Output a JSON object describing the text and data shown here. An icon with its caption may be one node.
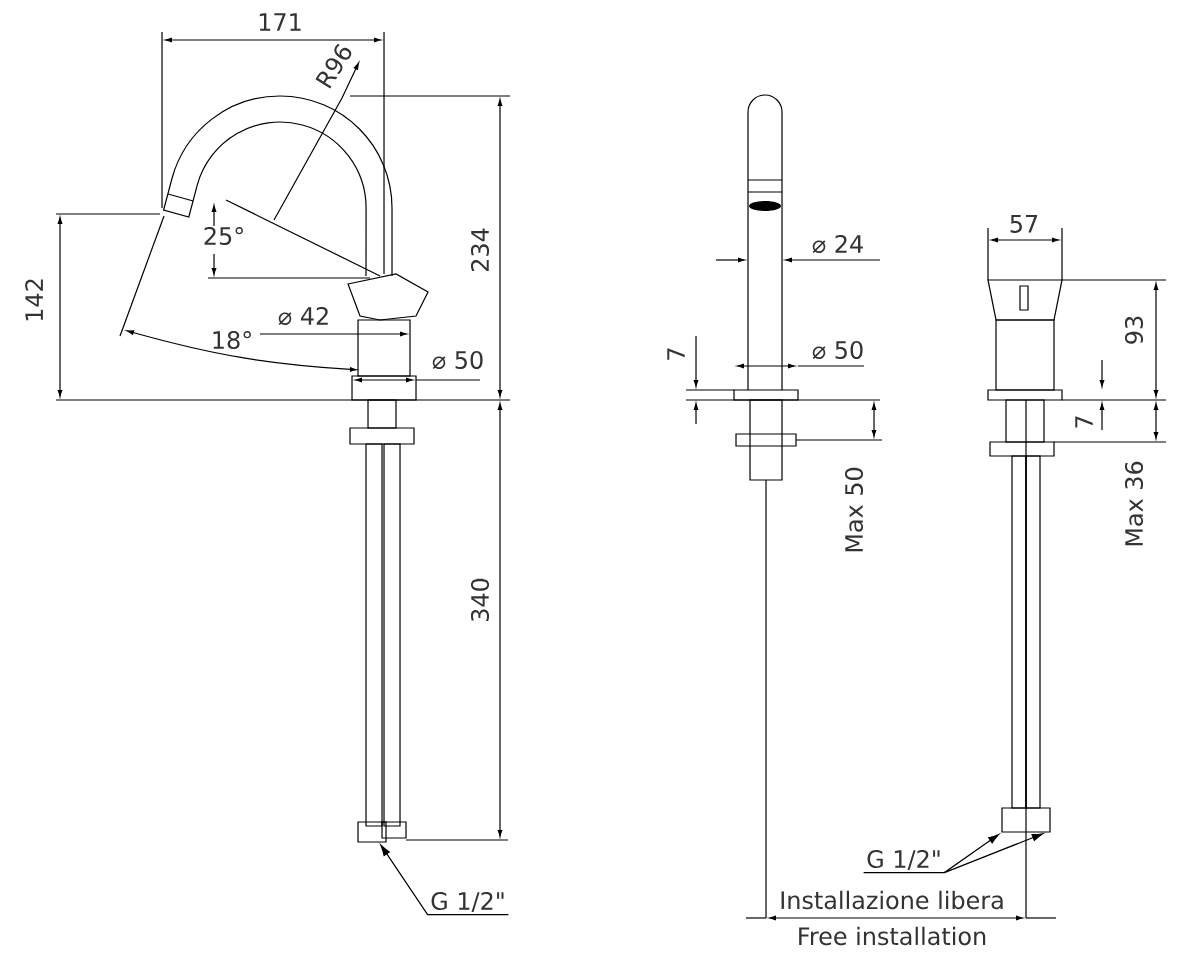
{
  "diagram": {
    "nodes": [
      {
        "text": [
          "G 1/2\""
        ]
      },
      {
        "text": [
          "G 1/2\""
        ]
      },
      {
        "text": [],
        "shape": "box"
      },
      {
        "text": [],
        "shape": "box"
      }
    ],
    "edges": [
      {
        "from": 0,
        "to": 2,
        "arrow": "to"
      },
      {
        "from": 1,
        "to": 3,
        "arrow": "to"
      },
      {
        "from": 1,
        "to": 3,
        "arrow": "to"
      }
    ],
    "labels": [
      "171",
      "R96",
      "25°",
      "234",
      "142",
      "⌀ 42",
      "18°",
      "⌀ 50",
      "340",
      "⌀ 24",
      "7",
      "⌀ 50",
      "Max 50",
      "57",
      "93",
      "7",
      "Max 36",
      "Installazione libera",
      "Free installation"
    ]
  }
}
